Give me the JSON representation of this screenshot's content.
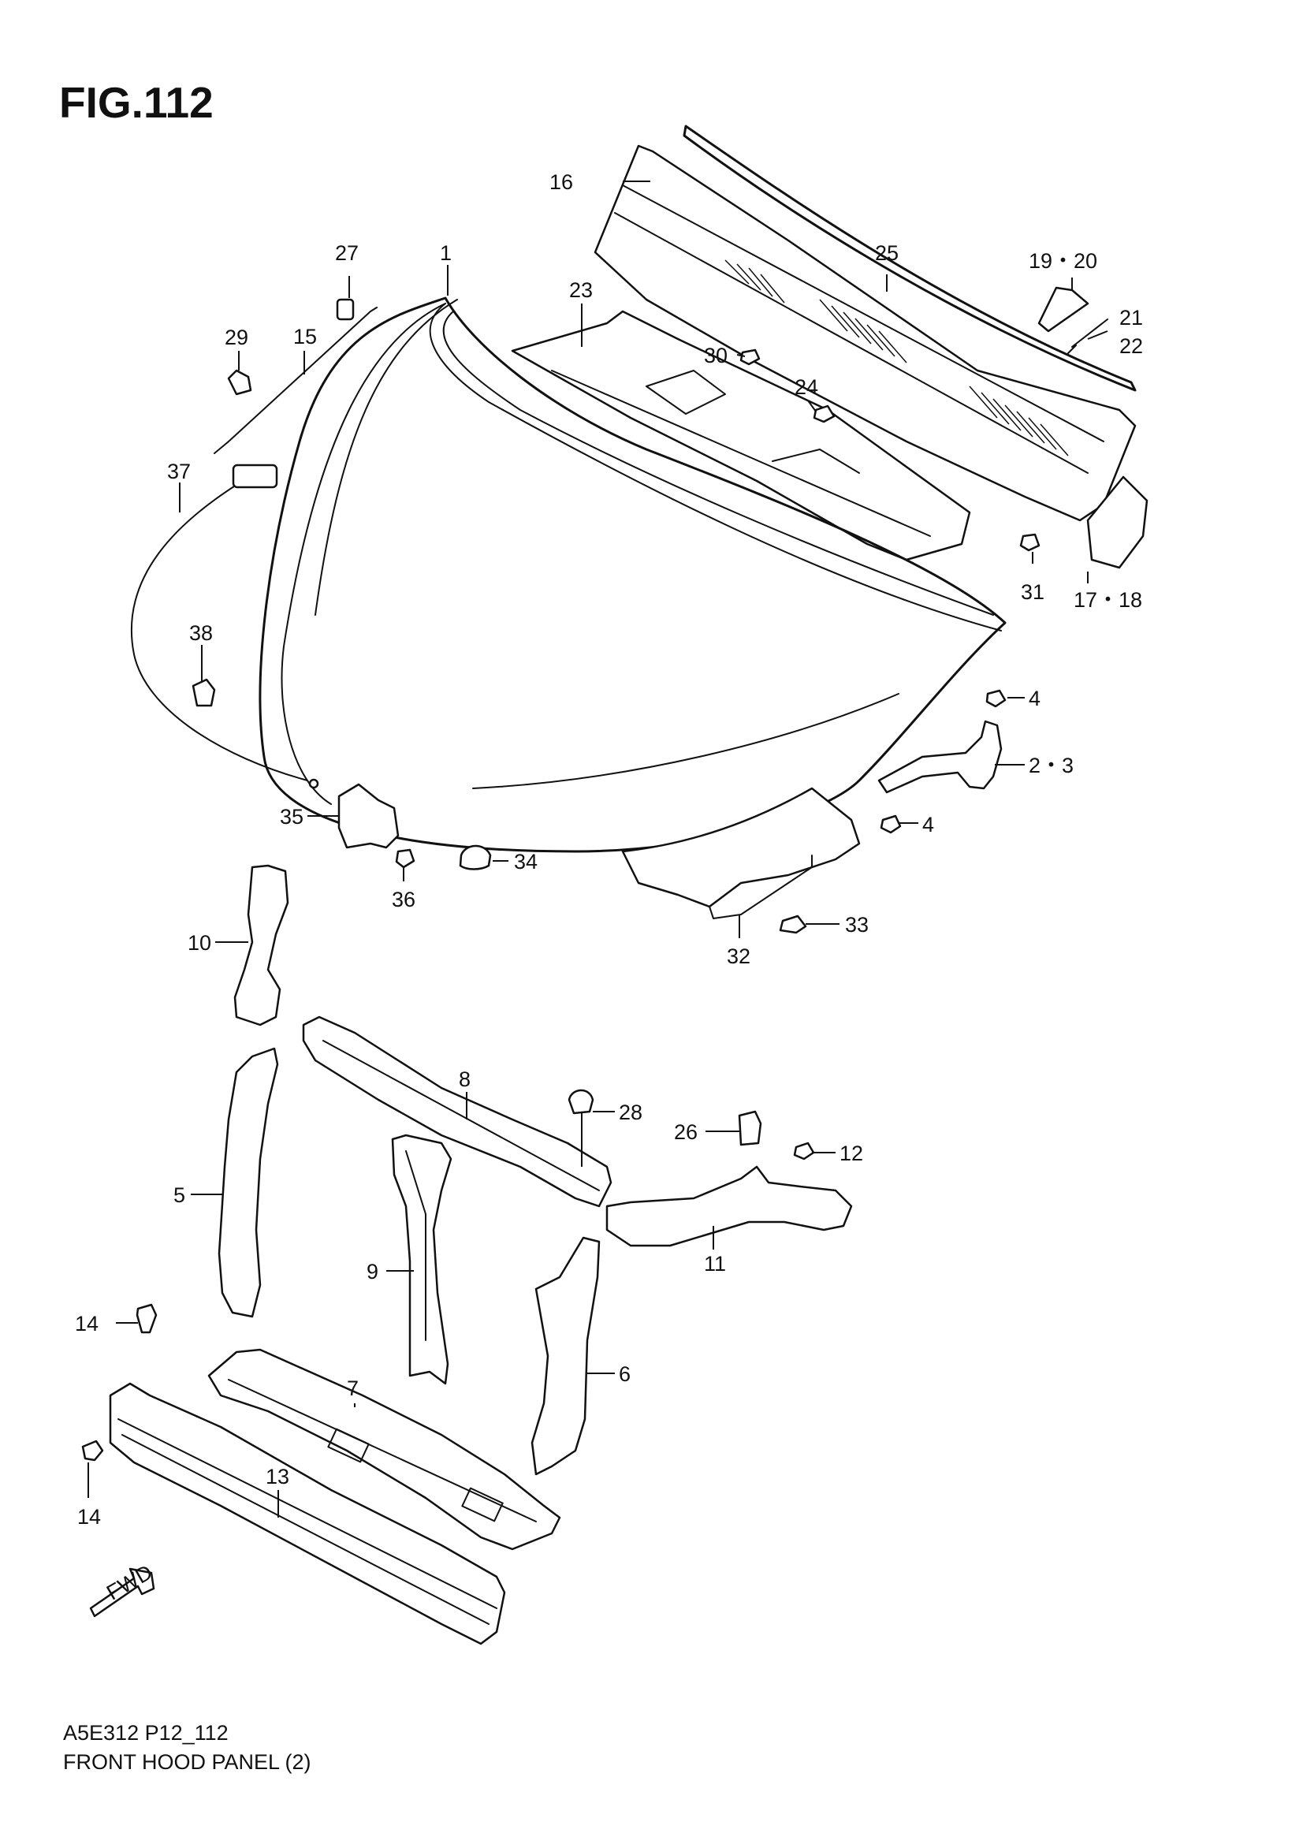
{
  "figure": {
    "title": "FIG.112",
    "code": "A5E312 P12_112",
    "description": "FRONT HOOD PANEL (2)",
    "fwd_label": "FWD"
  },
  "callouts": [
    {
      "id": "c1",
      "text": "1"
    },
    {
      "id": "c2-3",
      "text": "2・3"
    },
    {
      "id": "c4a",
      "text": "4"
    },
    {
      "id": "c4b",
      "text": "4"
    },
    {
      "id": "c5",
      "text": "5"
    },
    {
      "id": "c6",
      "text": "6"
    },
    {
      "id": "c7",
      "text": "7"
    },
    {
      "id": "c8",
      "text": "8"
    },
    {
      "id": "c9",
      "text": "9"
    },
    {
      "id": "c10",
      "text": "10"
    },
    {
      "id": "c11",
      "text": "11"
    },
    {
      "id": "c12",
      "text": "12"
    },
    {
      "id": "c13",
      "text": "13"
    },
    {
      "id": "c14a",
      "text": "14"
    },
    {
      "id": "c14b",
      "text": "14"
    },
    {
      "id": "c15",
      "text": "15"
    },
    {
      "id": "c16",
      "text": "16"
    },
    {
      "id": "c17-18",
      "text": "17・18"
    },
    {
      "id": "c19-20",
      "text": "19・20"
    },
    {
      "id": "c21",
      "text": "21"
    },
    {
      "id": "c22",
      "text": "22"
    },
    {
      "id": "c23",
      "text": "23"
    },
    {
      "id": "c24",
      "text": "24"
    },
    {
      "id": "c25",
      "text": "25"
    },
    {
      "id": "c26",
      "text": "26"
    },
    {
      "id": "c27",
      "text": "27"
    },
    {
      "id": "c28",
      "text": "28"
    },
    {
      "id": "c29",
      "text": "29"
    },
    {
      "id": "c30",
      "text": "30"
    },
    {
      "id": "c31",
      "text": "31"
    },
    {
      "id": "c32",
      "text": "32"
    },
    {
      "id": "c33",
      "text": "33"
    },
    {
      "id": "c34",
      "text": "34"
    },
    {
      "id": "c35",
      "text": "35"
    },
    {
      "id": "c36",
      "text": "36"
    },
    {
      "id": "c37",
      "text": "37"
    },
    {
      "id": "c38",
      "text": "38"
    }
  ]
}
